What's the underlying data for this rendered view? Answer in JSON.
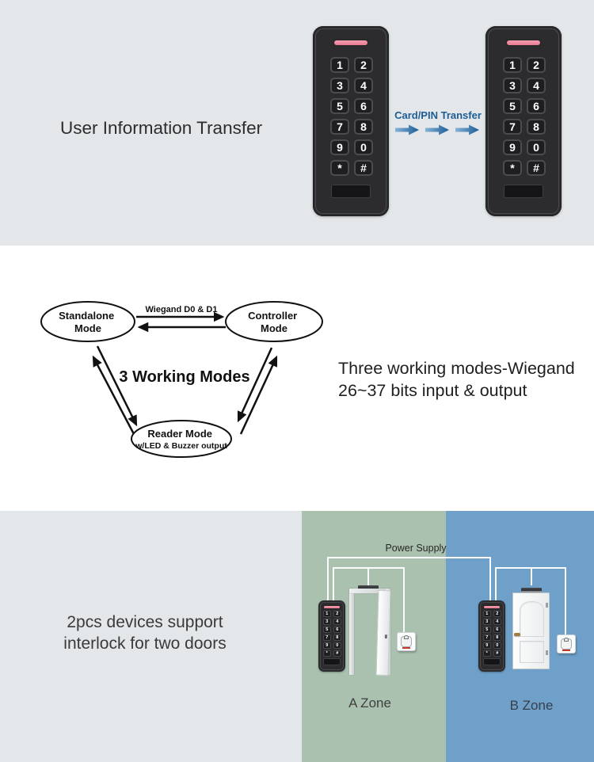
{
  "sections": {
    "transfer": {
      "title": "User Information Transfer",
      "arrow_label": "Card/PIN Transfer",
      "keypad": {
        "keys": [
          [
            "1",
            "2"
          ],
          [
            "3",
            "4"
          ],
          [
            "5",
            "6"
          ],
          [
            "7",
            "8"
          ],
          [
            "9",
            "0"
          ],
          [
            "*",
            "#"
          ]
        ]
      },
      "colors": {
        "background": "#e3e7e9",
        "arrow_blue": "#1d5d94",
        "led_pink": "#ee8aa0"
      }
    },
    "modes": {
      "nodes": {
        "standalone": {
          "line1": "Standalone",
          "line2": "Mode"
        },
        "controller": {
          "line1": "Controller",
          "line2": "Mode"
        },
        "reader": {
          "line1": "Reader Mode",
          "line2": "w/LED & Buzzer output"
        }
      },
      "edge_label": "Wiegand D0 & D1",
      "center_label": "3 Working Modes",
      "caption_line1": "Three working modes-Wiegand",
      "caption_line2": "26~37 bits input & output"
    },
    "interlock": {
      "caption_line1": "2pcs devices support",
      "caption_line2": "interlock for two doors",
      "power_label": "Power Supply",
      "zone_a_label": "A Zone",
      "zone_b_label": "B Zone",
      "colors": {
        "left_background": "#e3e7e9",
        "zone_a_background": "#abc1b0",
        "zone_b_background": "#6fa0ca"
      }
    }
  }
}
